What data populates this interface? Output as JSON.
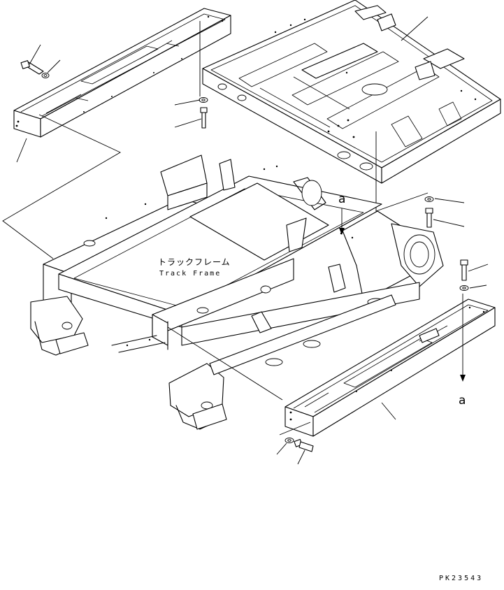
{
  "labels": {
    "part_name_jp": "トラックフレーム",
    "part_name_en": "Track Frame",
    "ref_top": "a",
    "ref_right": "a",
    "drawing_code": "PK23543"
  }
}
